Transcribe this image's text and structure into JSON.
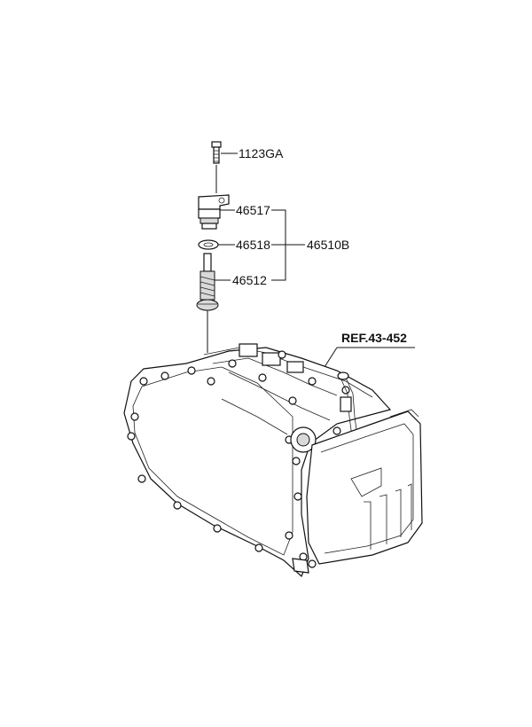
{
  "callouts": {
    "bolt": "1123GA",
    "sensor": "46517",
    "washer": "46518",
    "gear": "46512",
    "assembly": "46510B",
    "reference": "REF.43-452"
  }
}
